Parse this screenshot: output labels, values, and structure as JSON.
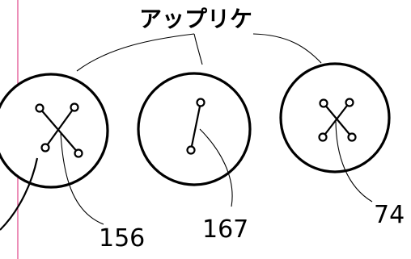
{
  "title_label": "アップリケ",
  "buttons": [
    {
      "id": "left",
      "reference": "156",
      "stitch": "cross"
    },
    {
      "id": "middle",
      "reference": "167",
      "stitch": "single"
    },
    {
      "id": "right",
      "reference": "74",
      "stitch": "cross"
    }
  ],
  "colors": {
    "line": "#000000",
    "margin_line": "#e0458a",
    "background": "#ffffff"
  }
}
